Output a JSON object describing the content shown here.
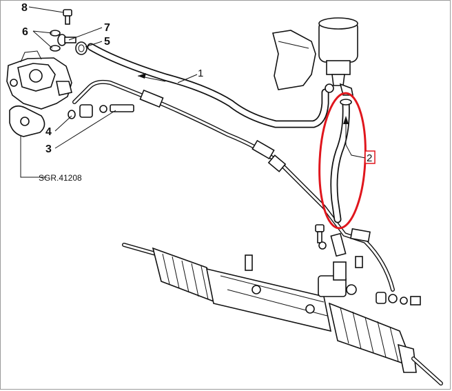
{
  "callouts": [
    {
      "id": "c1",
      "label": "1"
    },
    {
      "id": "c2",
      "label": "2"
    },
    {
      "id": "c3",
      "label": "3"
    },
    {
      "id": "c4",
      "label": "4"
    },
    {
      "id": "c5",
      "label": "5"
    },
    {
      "id": "c6",
      "label": "6"
    },
    {
      "id": "c7",
      "label": "7"
    },
    {
      "id": "c8",
      "label": "8"
    }
  ],
  "reference_code": "SGR.41208",
  "colors": {
    "line_art": "#111111",
    "highlight": "#e0161d",
    "background": "#ffffff"
  },
  "highlighted_part": "2"
}
